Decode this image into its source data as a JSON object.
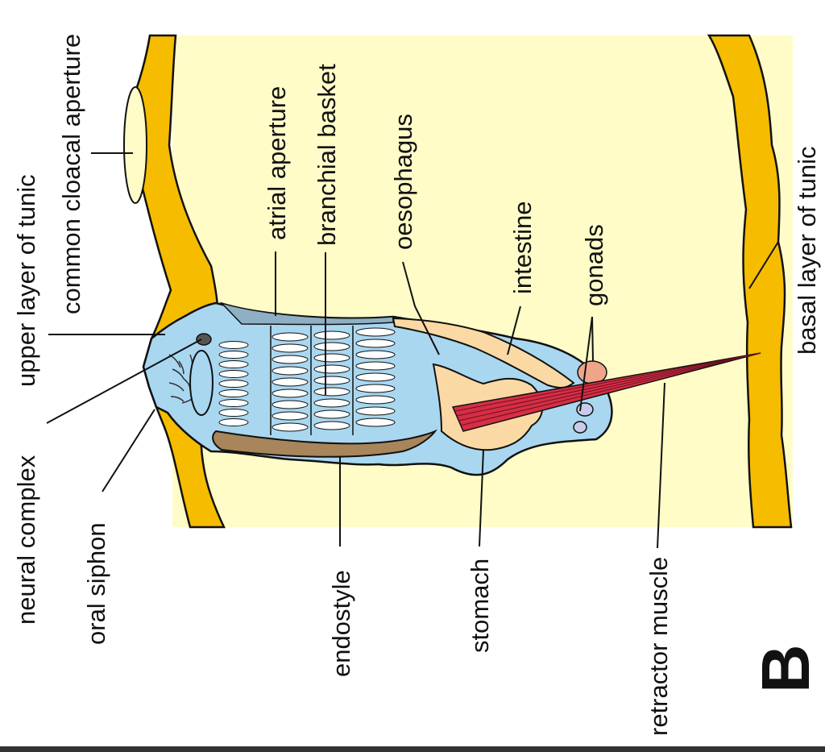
{
  "panel_letter": "B",
  "labels": {
    "upper_layer_of_tunic": "upper layer of tunic",
    "common_cloacal_aperture": "common cloacal aperture",
    "neural_complex": "neural complex",
    "oral_siphon": "oral siphon",
    "atrial_aperture": "atrial aperture",
    "branchial_basket": "branchial basket",
    "endostyle": "endostyle",
    "oesophagus": "oesophagus",
    "stomach": "stomach",
    "intestine": "intestine",
    "gonads": "gonads",
    "retractor_muscle": "retractor muscle",
    "basal_layer_of_tunic": "basal layer of tunic"
  },
  "colors": {
    "tunic_matrix": "#FFFCC8",
    "tunic_layer": "#F5BC00",
    "zooid_body": "#A9D7F0",
    "endostyle": "#A8855A",
    "gut": "#FBD9A4",
    "muscle": "#D62E45",
    "gonad_testis": "#EFA58A",
    "gonad_ovary": "#C9CBEA",
    "stigmata": "#FFFFFF",
    "dark_grey": "#555555",
    "outline": "#111111"
  }
}
